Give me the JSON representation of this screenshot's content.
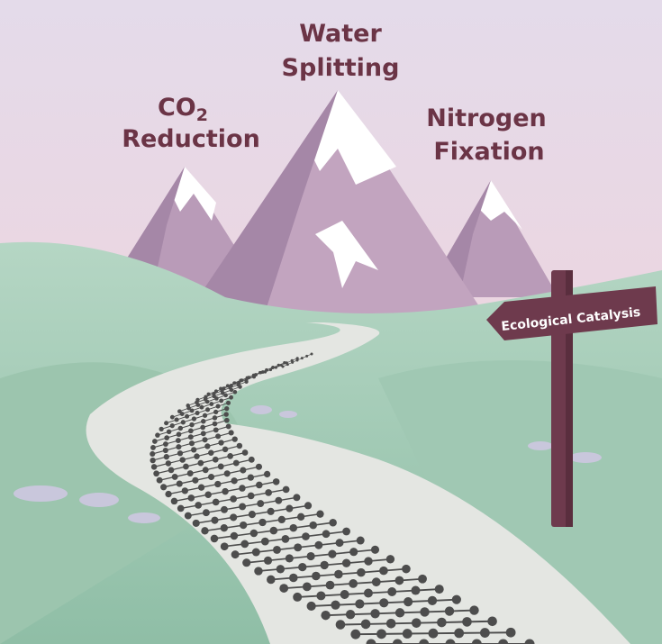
{
  "labels": {
    "water_line1": "Water",
    "water_line2": "Splitting",
    "co2_line1": "CO",
    "co2_subscript": "2",
    "co2_line2": "Reduction",
    "nitrogen_line1": "Nitrogen",
    "nitrogen_line2": "Fixation"
  },
  "signpost": {
    "text": "Ecological Catalysis"
  },
  "colors": {
    "sky_top": "#e4dbea",
    "sky_bottom": "#f3d0d7",
    "mountain": "#b99bb8",
    "mountain_shadow": "#9c7f9f",
    "snow": "#ffffff",
    "hill": "#a8ccb9",
    "hill_dark": "#8dbba4",
    "road": "#e4e6e2",
    "lattice": "#4d4d4d",
    "sign": "#6e3a4d",
    "label": "#6b3446"
  }
}
